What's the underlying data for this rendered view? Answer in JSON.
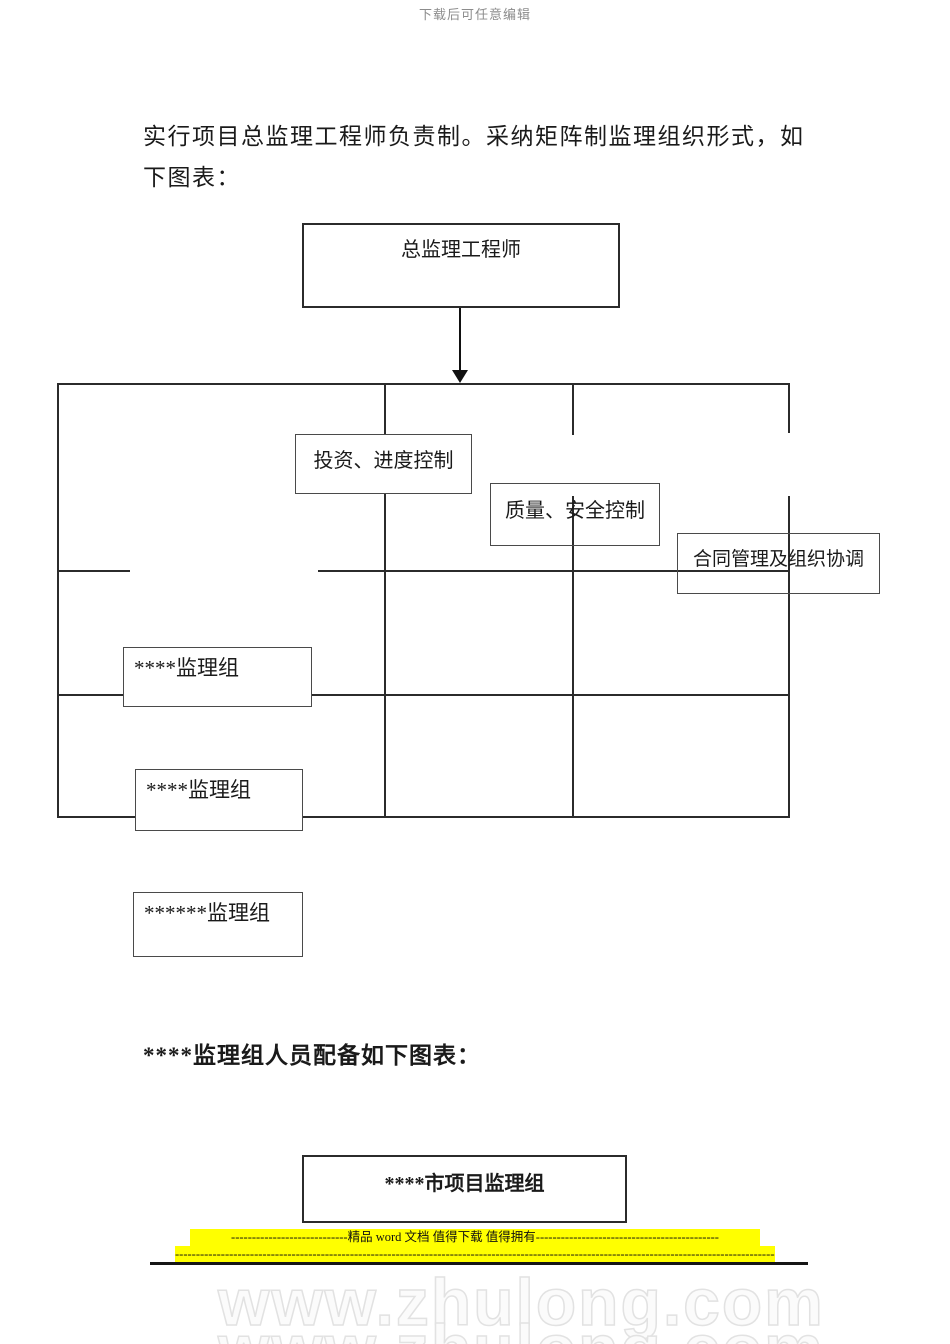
{
  "page": {
    "header_note": "下载后可任意编辑",
    "intro_paragraph": "实行项目总监理工程师负责制。采纳矩阵制监理组织形式，如下图表：",
    "section_heading": "****监理组人员配备如下图表："
  },
  "org_chart": {
    "root": "总监理工程师",
    "functions": [
      "投资、进度控制",
      "质量、安全控制",
      "合同管理及组织协调"
    ],
    "groups": [
      "****监理组",
      "****监理组",
      "******监理组"
    ]
  },
  "staffing_chart": {
    "root": "****市项目监理组"
  },
  "footer": {
    "promo_text": "----------------------------精品 word 文档 值得下载 值得拥有--------------------------------------------",
    "dash_line": "------------------------------------------------------------------------------------------------------------------------------------------------------",
    "highlight_color": "#ffff00"
  },
  "watermark": {
    "text": "www.zhulong.com",
    "outline_color": "#e2e2e2"
  },
  "colors": {
    "chart_line": "#2b2b2b",
    "header_note": "#8c8c8c"
  }
}
